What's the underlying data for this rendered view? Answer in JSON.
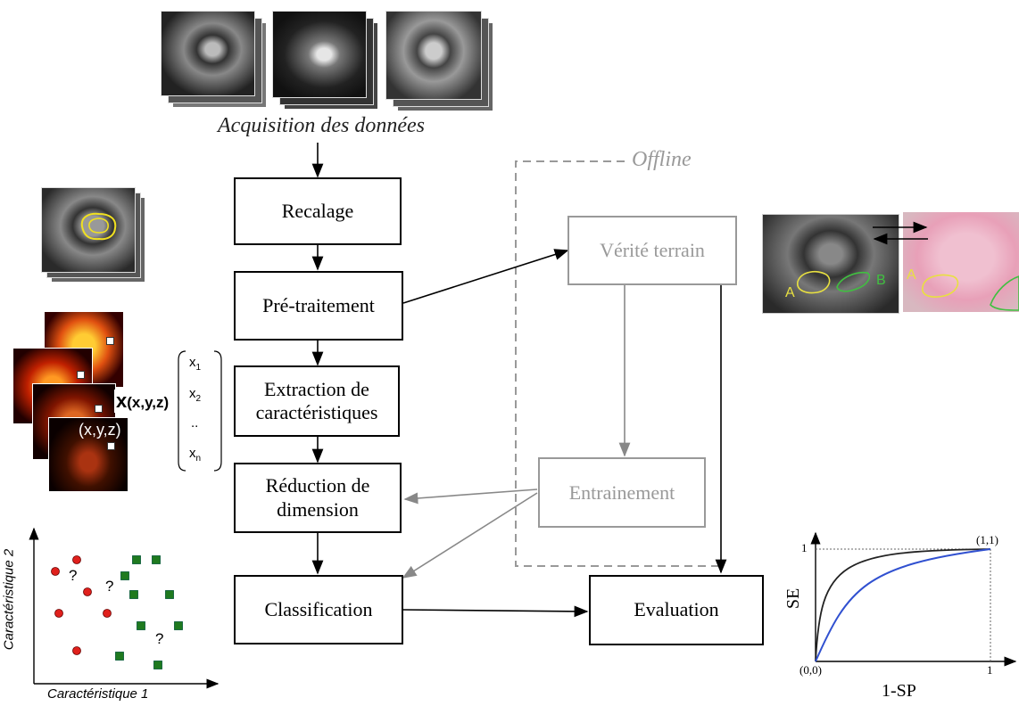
{
  "acquisition_label": "Acquisition des données",
  "offline_label": "Offline",
  "pipeline": {
    "recalage": "Recalage",
    "pretraitement": "Pré-traitement",
    "extraction_line1": "Extraction de",
    "extraction_line2": "caractéristiques",
    "reduction_line1": "Réduction de",
    "reduction_line2": "dimension",
    "classification": "Classification",
    "evaluation": "Evaluation",
    "verite": "Vérité terrain",
    "entrainement": "Entrainement"
  },
  "feature_vector": {
    "x1": "x",
    "x1_sub": "1",
    "x2": "x",
    "x2_sub": "2",
    "dots": "..",
    "xn": "x",
    "xn_sub": "n",
    "voxel_bold": "x",
    "voxel_coords": "(x,y,z)",
    "voxel_coords_img": "(x,y,z)"
  },
  "ground_truth_labels": {
    "a_left": "A",
    "b_left": "B",
    "a_right": "A"
  },
  "scatter": {
    "xlabel": "Caractéristique 1",
    "ylabel": "Caractéristique 2",
    "unknown": "?",
    "red_color": "#e0201c",
    "green_color": "#1f7a1f"
  },
  "roc": {
    "xlabel": "1-SP",
    "ylabel": "SE",
    "origin": "(0,0)",
    "corner": "(1,1)",
    "tick_x": "1",
    "tick_y": "1",
    "curve_color": "#3050d0"
  }
}
